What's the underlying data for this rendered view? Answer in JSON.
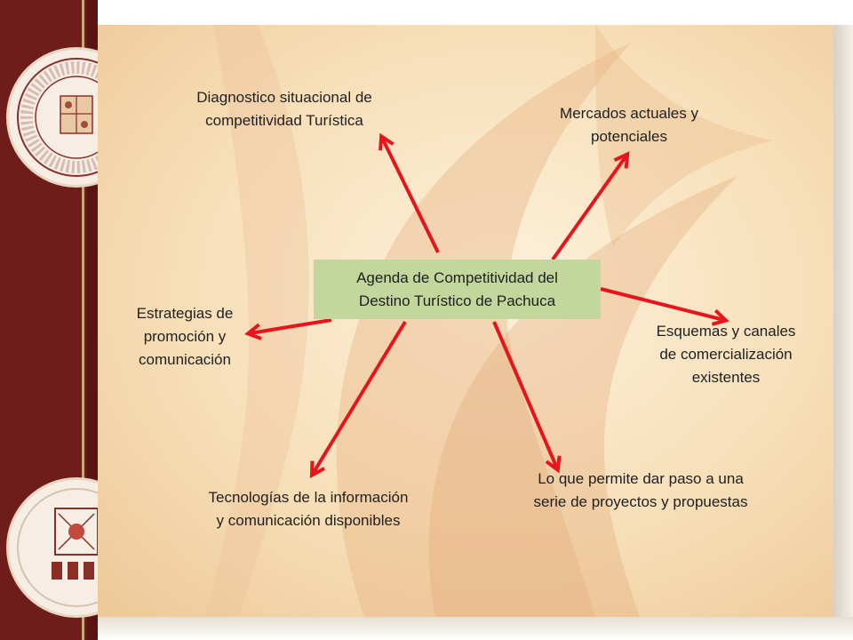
{
  "diagram": {
    "central_topic": {
      "line1": "Agenda de Competitividad del",
      "line2": "Destino Turístico de Pachuca",
      "color": "#c3d69b"
    },
    "nodes": {
      "diagnostico": {
        "line1": "Diagnostico situacional de",
        "line2": "competitividad Turística"
      },
      "mercados": {
        "line1": "Mercados actuales y",
        "line2": "potenciales"
      },
      "estrategias": {
        "line1": "Estrategias de",
        "line2": "promoción y",
        "line3": "comunicación"
      },
      "esquemas": {
        "line1": "Esquemas y canales",
        "line2": "de comercialización",
        "line3": "existentes"
      },
      "tecnologias": {
        "line1": "Tecnologías de la información",
        "line2": "y comunicación disponibles"
      },
      "proyectos": {
        "line1": "Lo que permite dar paso a una",
        "line2": "serie de proyectos y propuestas"
      }
    },
    "arrow_color": "#e8141b"
  },
  "branding": {
    "sidebar_color": "#6e1d1a",
    "logos": [
      "uaeh-seal",
      "icea-emblem"
    ]
  }
}
